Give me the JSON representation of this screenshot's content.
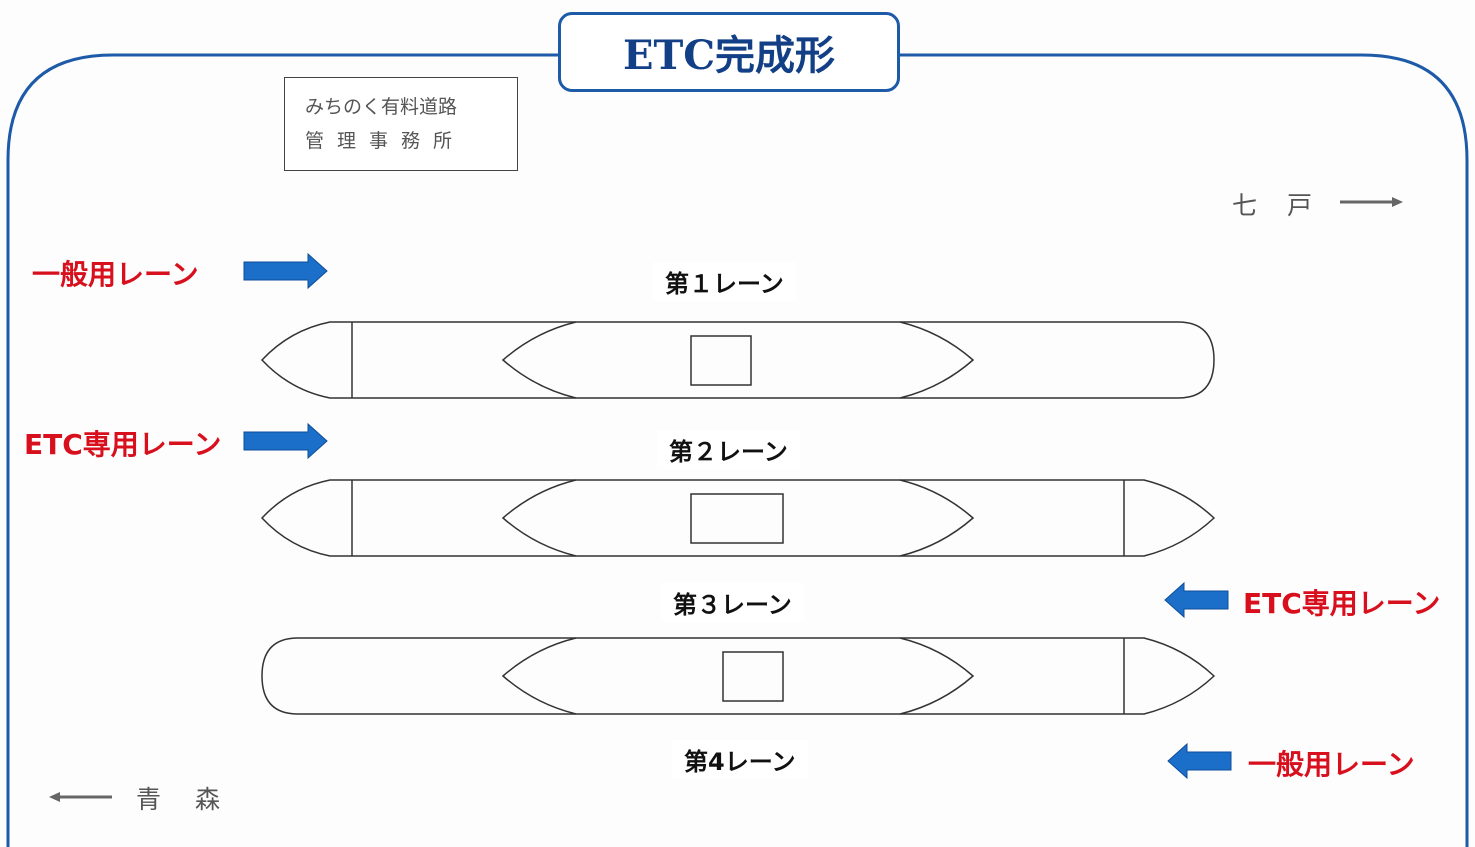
{
  "title": "ETC完成形",
  "office": {
    "line1": "みちのく有料道路",
    "line2": "管理事務所"
  },
  "directions": {
    "right": "七戸",
    "left": "青森"
  },
  "lanes": [
    {
      "label": "第１レーン"
    },
    {
      "label": "第２レーン"
    },
    {
      "label": "第３レーン"
    },
    {
      "label": "第4レーン"
    }
  ],
  "lane_types": {
    "left_top": "一般用レーン",
    "left_mid": "ETC専用レーン",
    "right_mid": "ETC専用レーン",
    "right_bottom": "一般用レーン"
  },
  "colors": {
    "frame": "#1d5aa8",
    "arrow": "#1b6fc9",
    "red_text": "#d8101d"
  }
}
